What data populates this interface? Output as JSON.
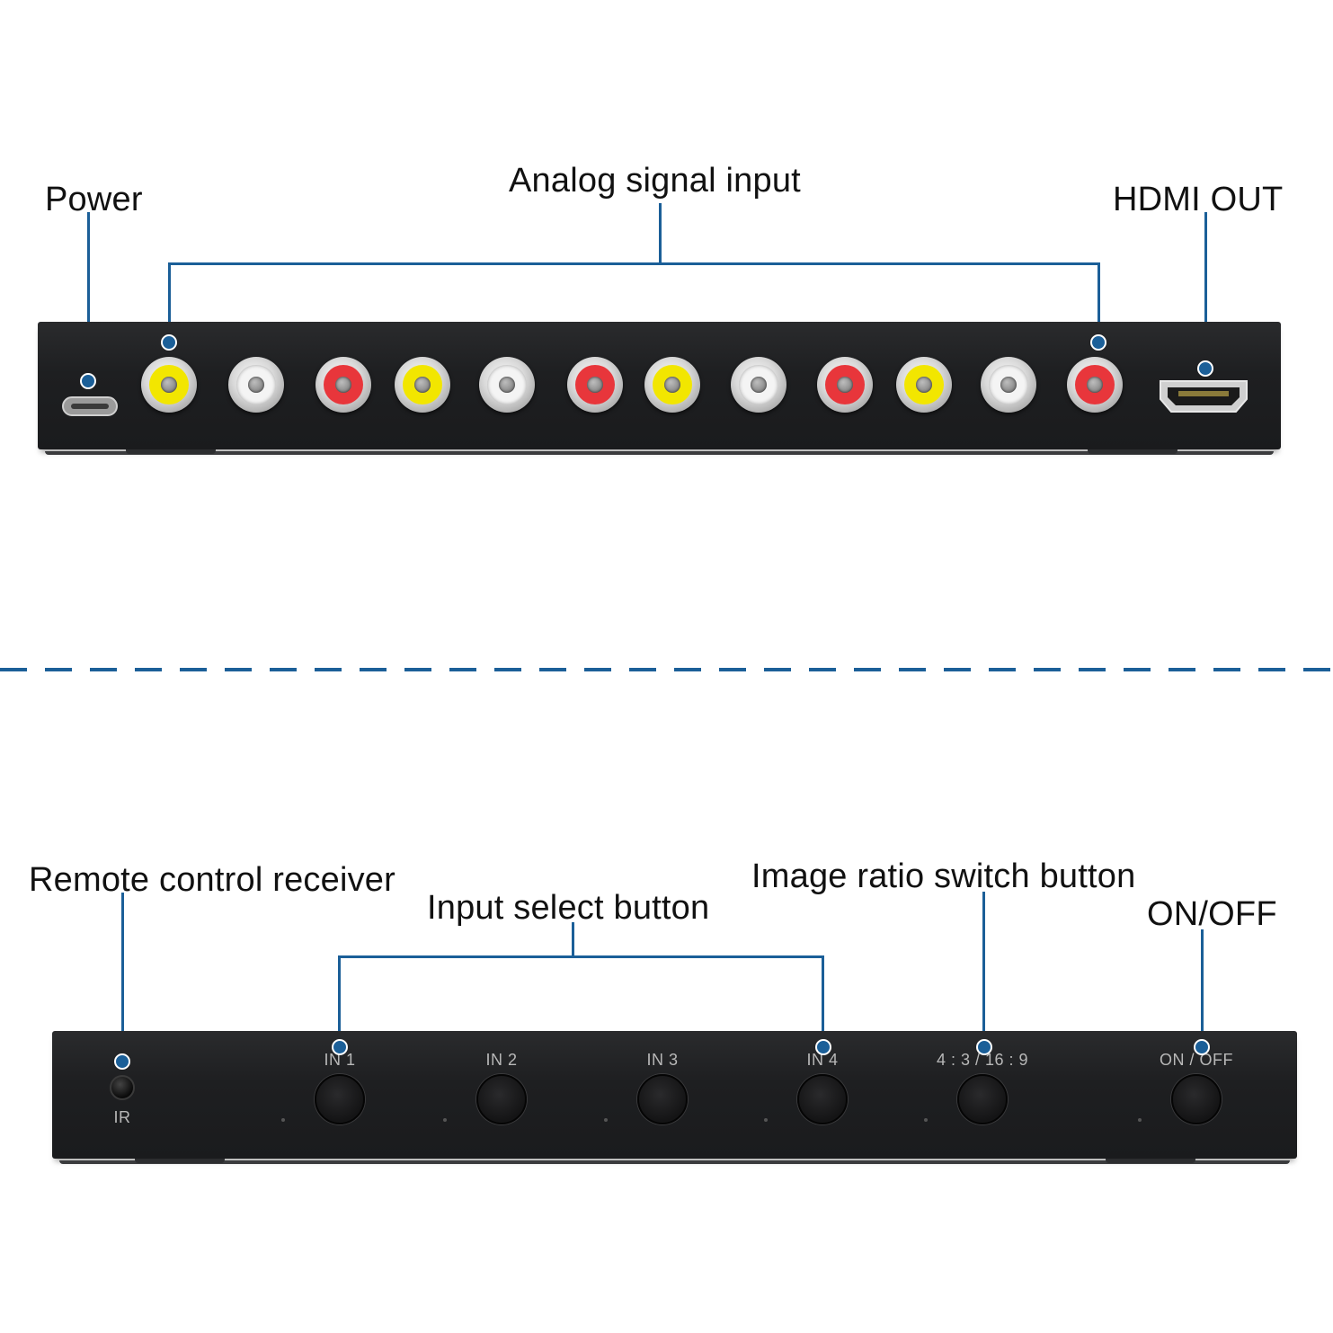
{
  "back_panel": {
    "labels": {
      "power": "Power",
      "analog_input": "Analog signal input",
      "hdmi_out": "HDMI OUT"
    },
    "rca_ports": [
      "yellow",
      "white",
      "red",
      "yellow",
      "white",
      "red",
      "yellow",
      "white",
      "red",
      "yellow",
      "white",
      "red"
    ]
  },
  "front_panel": {
    "labels": {
      "remote_receiver": "Remote control receiver",
      "input_select": "Input select button",
      "image_ratio": "Image ratio switch button",
      "on_off": "ON/OFF"
    },
    "ir_label": "IR",
    "buttons": [
      {
        "label": "IN 1"
      },
      {
        "label": "IN 2"
      },
      {
        "label": "IN 3"
      },
      {
        "label": "IN 4"
      },
      {
        "label": "4 : 3 / 16 : 9"
      },
      {
        "label": "ON / OFF"
      }
    ]
  },
  "colors": {
    "callout": "#1b5f98",
    "rca_yellow": "#f2e600",
    "rca_white": "#f4f4f4",
    "rca_red": "#e8363b"
  }
}
